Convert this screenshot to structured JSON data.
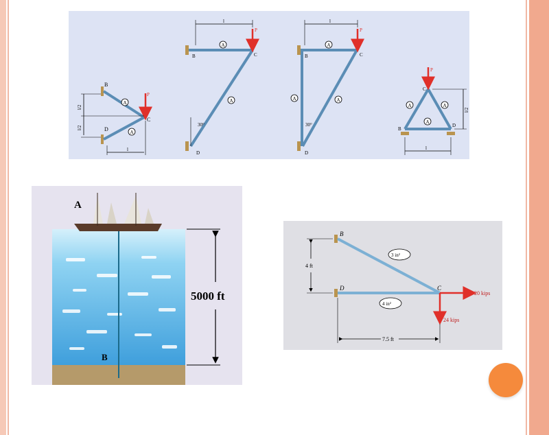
{
  "top_panel": {
    "figure1": {
      "node_b": "B",
      "node_c": "C",
      "node_d": "D",
      "load": "P",
      "member_label": "A",
      "dim_half_top": "l/2",
      "dim_half_bottom": "l/2",
      "dim_span": "l"
    },
    "figure2": {
      "node_b": "B",
      "node_c": "C",
      "node_d": "D",
      "load": "P",
      "member_label": "A",
      "angle": "30°",
      "dim_span": "l"
    },
    "figure3": {
      "node_b": "B",
      "node_c": "C",
      "node_d": "D",
      "load": "P",
      "member_label": "A",
      "angle": "30°",
      "dim_span": "l"
    },
    "figure4": {
      "node_b": "B",
      "node_c": "C",
      "node_d": "D",
      "load": "P",
      "member_label": "A",
      "dim_height": "l/2",
      "dim_span": "l"
    }
  },
  "ocean_panel": {
    "point_a": "A",
    "point_b": "B",
    "depth_label": "5000 ft"
  },
  "truss_panel": {
    "node_b": "B",
    "node_c": "C",
    "node_d": "D",
    "area_bc": "3 in²",
    "area_dc": "4 in²",
    "height": "4 ft",
    "span": "7.5 ft",
    "horizontal_load": "20 kips",
    "vertical_load": "24 kips"
  },
  "colors": {
    "member": "#5b8db5",
    "load_arrow": "#e0302a",
    "ocean": "#5eb4e6",
    "panel": "#dde3f4",
    "accent_dot": "#f58a3c",
    "frame": "#f1a98e"
  }
}
